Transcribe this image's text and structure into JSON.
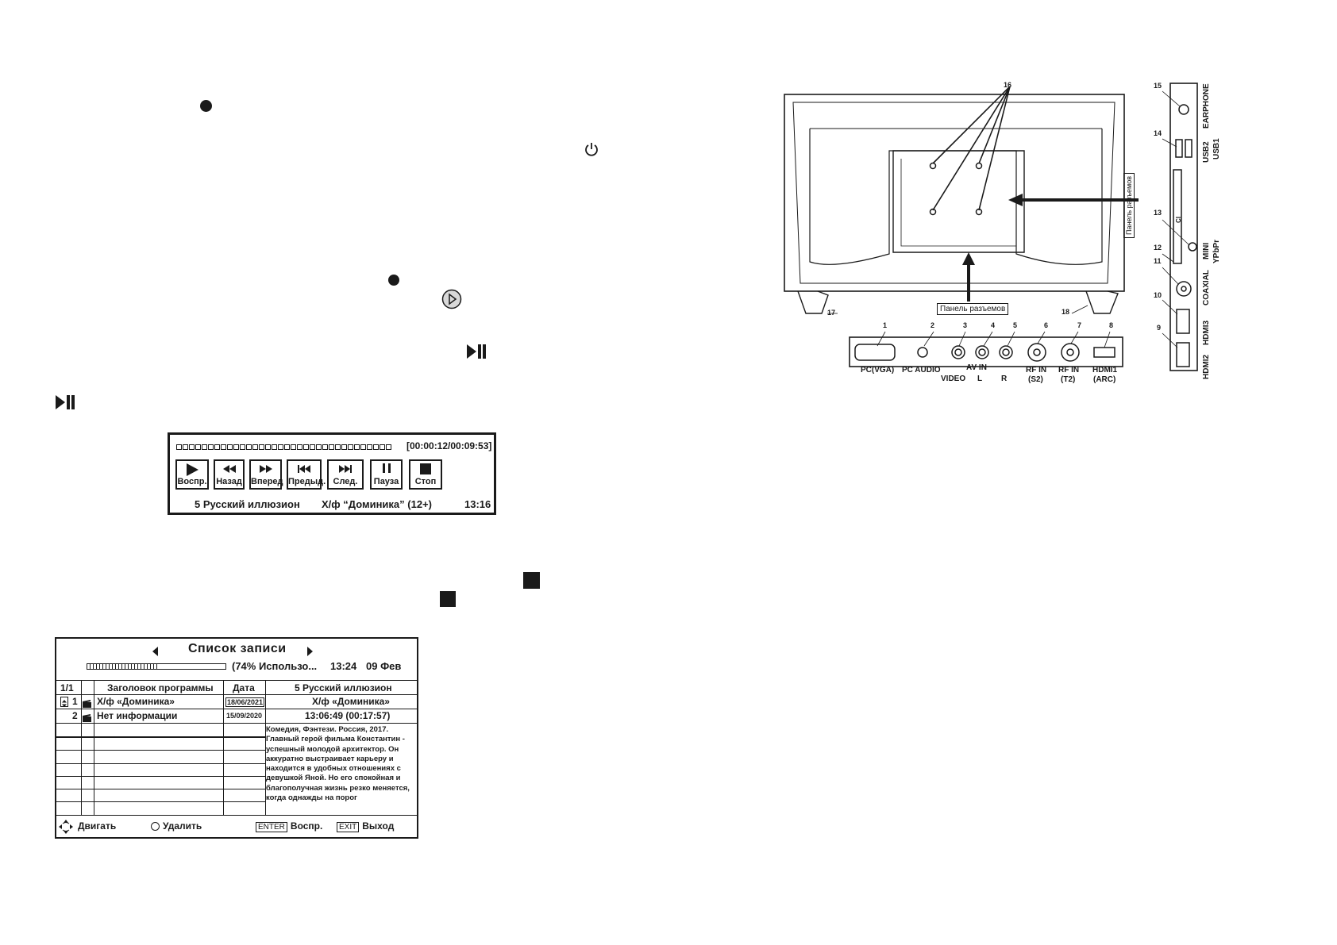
{
  "pvr_panel": {
    "progress_segments": 34,
    "time": "[00:00:12/00:09:53]",
    "buttons": [
      {
        "label": "Воспр.",
        "icon": "play-icon"
      },
      {
        "label": "Назад",
        "icon": "rewind-icon"
      },
      {
        "label": "Вперед",
        "icon": "fast-forward-icon"
      },
      {
        "label": "Предыд.",
        "icon": "skip-previous-icon"
      },
      {
        "label": "След.",
        "icon": "skip-next-icon"
      },
      {
        "label": "Пауза",
        "icon": "pause-icon"
      },
      {
        "label": "Стоп",
        "icon": "stop-icon"
      }
    ],
    "channel": "5 Русский иллюзион",
    "program": "Х/ф “Доминика” (12+)",
    "clock": "13:16"
  },
  "recording_list": {
    "title": "Список  записи",
    "usage": "(74% Использо...",
    "time": "13:24",
    "date": "09 Фев",
    "page": "1/1",
    "headers": {
      "program": "Заголовок программы",
      "date": "Дата"
    },
    "info_channel": "5  Русский иллюзион",
    "info_title": "Х/ф «Доминика»",
    "info_time": "13:06:49 (00:17:57)",
    "rows": [
      {
        "index": "1",
        "program": "Х/ф «Доминика»",
        "date": "18/06/2021"
      },
      {
        "index": "2",
        "program": "Нет информации",
        "date": "15/09/2020"
      }
    ],
    "description": "Комедия, Фэнтези. Россия, 2017. Главный герой фильма Константин - успешный молодой архитектор. Он аккуратно выстраивает карьеру и находится в удобных отношениях с девушкой Яной. Но его спокойная и благополучная жизнь резко меняется, когда однажды на порог",
    "footer": {
      "move": "Двигать",
      "delete": "Удалить",
      "enter_key": "ENTER",
      "play": "Воспр.",
      "exit_key": "EXIT",
      "exit": "Выход"
    }
  },
  "tv_diagram": {
    "callouts": [
      "1",
      "2",
      "3",
      "4",
      "5",
      "6",
      "7",
      "8",
      "9",
      "10",
      "11",
      "12",
      "13",
      "14",
      "15",
      "16",
      "17",
      "18"
    ],
    "panel_label_bottom": "Панель разъемов",
    "panel_label_side": "Панель разъемов",
    "ports_bottom": {
      "pc_vga": "PC(VGA)",
      "pc_audio": "PC AUDIO",
      "av_in": "AV IN",
      "video": "VIDEO",
      "l": "L",
      "r": "R",
      "rf_s2_1": "RF IN",
      "rf_s2_2": "(S2)",
      "rf_t2_1": "RF IN",
      "rf_t2_2": "(T2)",
      "hdmi1_1": "HDMI1",
      "hdmi1_2": "(ARC)"
    },
    "ports_side": {
      "earphone": "EARPHONE",
      "usb2": "USB2",
      "usb1": "USB1",
      "ci": "CI",
      "mini": "MINI",
      "ypbpr": "YPbPr",
      "coaxial": "COAXIAL",
      "hdmi3": "HDMI3",
      "hdmi2": "HDMI2"
    }
  }
}
